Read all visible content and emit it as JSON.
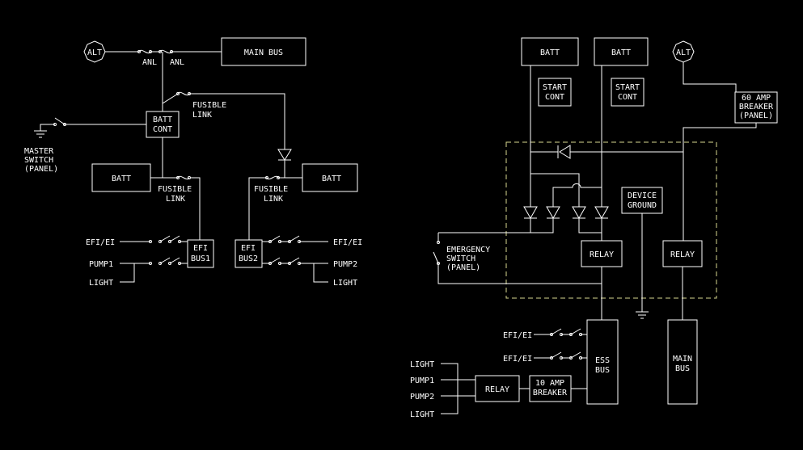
{
  "colors": {
    "background": "#000000",
    "line": "#ffffff",
    "enclosure": "#d8d890"
  },
  "left": {
    "alt": "ALT",
    "anl_1": "ANL",
    "anl_2": "ANL",
    "main_bus": "MAIN BUS",
    "batt_cont": [
      "BATT",
      "CONT"
    ],
    "fusible_link_top": [
      "FUSIBLE",
      "LINK"
    ],
    "master_switch": [
      "MASTER",
      "SWITCH",
      "(PANEL)"
    ],
    "batt_1": "BATT",
    "batt_2": "BATT",
    "fusible_link_1": [
      "FUSIBLE",
      "LINK"
    ],
    "fusible_link_2": [
      "FUSIBLE",
      "LINK"
    ],
    "efi_bus1": [
      "EFI",
      "BUS1"
    ],
    "efi_bus2": [
      "EFI",
      "BUS2"
    ],
    "efi_ei_left": "EFI/EI",
    "pump1": "PUMP1",
    "light_left": "LIGHT",
    "efi_ei_right": "EFI/EI",
    "pump2": "PUMP2",
    "light_right": "LIGHT"
  },
  "right": {
    "batt_1": "BATT",
    "batt_2": "BATT",
    "alt": "ALT",
    "start_cont_1": [
      "START",
      "CONT"
    ],
    "start_cont_2": [
      "START",
      "CONT"
    ],
    "breaker_60": [
      "60 AMP",
      "BREAKER",
      "(PANEL)"
    ],
    "device_ground": [
      "DEVICE",
      "GROUND"
    ],
    "relay_1": "RELAY",
    "relay_2": "RELAY",
    "emergency_switch": [
      "EMERGENCY",
      "SWITCH",
      "(PANEL)"
    ],
    "efi_ei_1": "EFI/EI",
    "efi_ei_2": "EFI/EI",
    "ess_bus": [
      "ESS",
      "BUS"
    ],
    "main_bus": [
      "MAIN",
      "BUS"
    ],
    "light_1": "LIGHT",
    "pump1": "PUMP1",
    "pump2": "PUMP2",
    "light_2": "LIGHT",
    "relay_3": "RELAY",
    "breaker_10": [
      "10 AMP",
      "BREAKER"
    ]
  }
}
